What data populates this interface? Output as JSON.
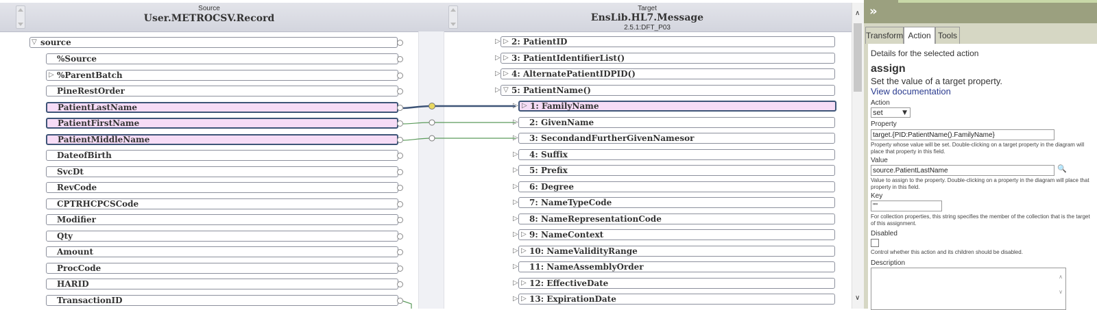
{
  "source_header": {
    "caption": "Source",
    "class_name": "User.METROCSV.Record"
  },
  "target_header": {
    "caption": "Target",
    "class_name": "EnsLib.HL7.Message",
    "doc_type": "2.5.1:DFT_P03"
  },
  "source_tree": {
    "root": "source",
    "items": [
      {
        "label": "%Source",
        "expandable": false,
        "selected": false
      },
      {
        "label": "%ParentBatch",
        "expandable": true,
        "selected": false
      },
      {
        "label": "PineRestOrder",
        "expandable": false,
        "selected": false
      },
      {
        "label": "PatientLastName",
        "expandable": false,
        "selected": true
      },
      {
        "label": "PatientFirstName",
        "expandable": false,
        "selected": true
      },
      {
        "label": "PatientMiddleName",
        "expandable": false,
        "selected": true
      },
      {
        "label": "DateofBirth",
        "expandable": false,
        "selected": false
      },
      {
        "label": "SvcDt",
        "expandable": false,
        "selected": false
      },
      {
        "label": "RevCode",
        "expandable": false,
        "selected": false
      },
      {
        "label": "CPTRHCPCSCode",
        "expandable": false,
        "selected": false
      },
      {
        "label": "Modifier",
        "expandable": false,
        "selected": false
      },
      {
        "label": "Qty",
        "expandable": false,
        "selected": false
      },
      {
        "label": "Amount",
        "expandable": false,
        "selected": false
      },
      {
        "label": "ProcCode",
        "expandable": false,
        "selected": false
      },
      {
        "label": "HARID",
        "expandable": false,
        "selected": false
      },
      {
        "label": "TransactionID",
        "expandable": false,
        "selected": false
      }
    ]
  },
  "target_tree": {
    "items": [
      {
        "label": "2: PatientID",
        "level": 1,
        "expandable": true
      },
      {
        "label": "3: PatientIdentifierList()",
        "level": 1,
        "expandable": true
      },
      {
        "label": "4: AlternatePatientIDPID()",
        "level": 1,
        "expandable": true
      },
      {
        "label": "5: PatientName()",
        "level": 1,
        "expandable": true,
        "expanded": true
      },
      {
        "label": "1: FamilyName",
        "level": 2,
        "expandable": true,
        "selected": true
      },
      {
        "label": "2: GivenName",
        "level": 2,
        "expandable": false
      },
      {
        "label": "3: SecondandFurtherGivenNamesor",
        "level": 2,
        "expandable": false
      },
      {
        "label": "4: Suffix",
        "level": 2,
        "expandable": false
      },
      {
        "label": "5: Prefix",
        "level": 2,
        "expandable": false
      },
      {
        "label": "6: Degree",
        "level": 2,
        "expandable": false
      },
      {
        "label": "7: NameTypeCode",
        "level": 2,
        "expandable": false
      },
      {
        "label": "8: NameRepresentationCode",
        "level": 2,
        "expandable": false
      },
      {
        "label": "9: NameContext",
        "level": 2,
        "expandable": true
      },
      {
        "label": "10: NameValidityRange",
        "level": 2,
        "expandable": true
      },
      {
        "label": "11: NameAssemblyOrder",
        "level": 2,
        "expandable": false
      },
      {
        "label": "12: EffectiveDate",
        "level": 2,
        "expandable": true
      },
      {
        "label": "13: ExpirationDate",
        "level": 2,
        "expandable": true
      }
    ]
  },
  "panel": {
    "collapse_glyph": "»",
    "tabs": [
      "Transform",
      "Action",
      "Tools"
    ],
    "active_tab": "Action",
    "intro": "Details for the selected action",
    "action_name": "assign",
    "action_desc": "Set the value of a target property.",
    "doc_link": "View documentation",
    "action_label": "Action",
    "action_value": "set",
    "property_label": "Property",
    "property_value": "target.{PID:PatientName().FamilyName}",
    "property_hint": "Property whose value will be set. Double-clicking on a target property in the diagram will place that property in this field.",
    "value_label": "Value",
    "value_value": "source.PatientLastName",
    "value_hint": "Value to assign to the property. Double-clicking on a property in the diagram will place that property in this field.",
    "key_label": "Key",
    "key_value": "\"\"",
    "key_hint": "For collection properties, this string specifies the member of the collection that is the target of this assignment.",
    "disabled_label": "Disabled",
    "disabled_hint": "Control whether this action and its children should be disabled.",
    "description_label": "Description"
  },
  "colors": {
    "selected_fill": "#f6dcf6",
    "link_dark": "#3d5477",
    "link_green": "#5a9a5a",
    "panel_bg": "#d6d7c4"
  }
}
